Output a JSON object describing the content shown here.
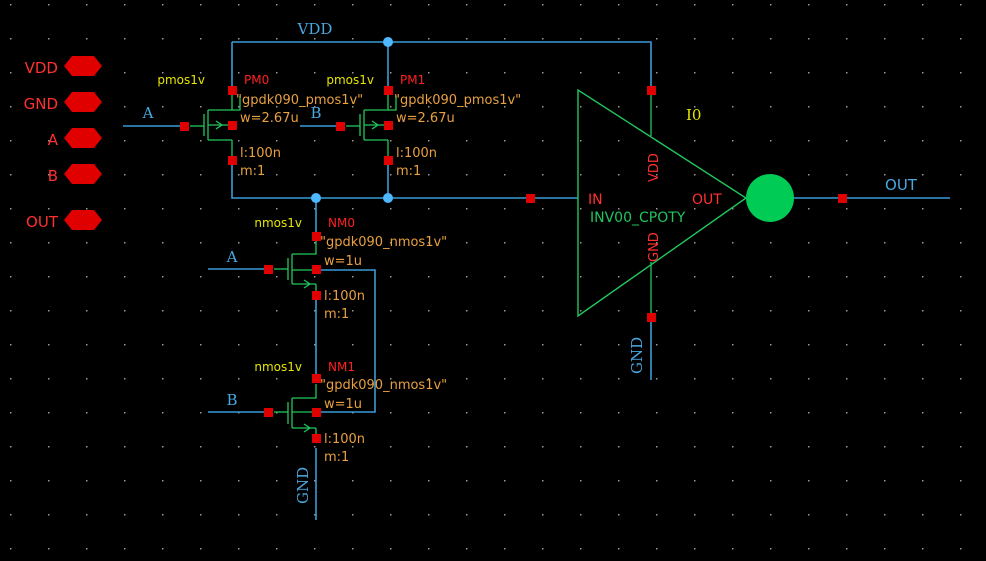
{
  "pins": [
    {
      "label": "VDD"
    },
    {
      "label": "GND"
    },
    {
      "label": "A"
    },
    {
      "label": "B"
    },
    {
      "label": "OUT"
    }
  ],
  "nets": {
    "vdd_top": "VDD",
    "in_a_pmos": "A",
    "in_b_pmos": "B",
    "in_a_nmos": "A",
    "in_b_nmos": "B",
    "gnd_nmos": "GND",
    "gnd_inv": "GND",
    "out": "OUT"
  },
  "transistors": {
    "PM0": {
      "model": "pmos1v",
      "name": "PM0",
      "lib": "\"gpdk090_pmos1v\"",
      "w": "w=2.67u",
      "l": "l:100n",
      "m": "m:1"
    },
    "PM1": {
      "model": "pmos1v",
      "name": "PM1",
      "lib": "\"gpdk090_pmos1v\"",
      "w": "w=2.67u",
      "l": "l:100n",
      "m": "m:1"
    },
    "NM0": {
      "model": "nmos1v",
      "name": "NM0",
      "lib": "\"gpdk090_nmos1v\"",
      "w": "w=1u",
      "l": "l:100n",
      "m": "m:1"
    },
    "NM1": {
      "model": "nmos1v",
      "name": "NM1",
      "lib": "\"gpdk090_nmos1v\"",
      "w": "w=1u",
      "l": "l:100n",
      "m": "m:1"
    }
  },
  "inverter": {
    "instance": "I0",
    "cell": "INV00_CPOTY",
    "pin_in": "IN",
    "pin_out": "OUT",
    "pin_vdd": "VDD",
    "pin_gnd": "GND"
  },
  "colors": {
    "background": "#000000",
    "wire": "#3a9bd6",
    "wire_label": "#4aa8e0",
    "pin_fill": "#e00000",
    "pin_label": "#ff3030",
    "device_body": "#22c55e",
    "model_label": "#e6e600",
    "inst_label": "#ff2020",
    "param_label": "#e8a040",
    "net_dot": "#4db8ff",
    "output_bubble": "#00cc55",
    "grid_dot": "#9a9a9a"
  }
}
